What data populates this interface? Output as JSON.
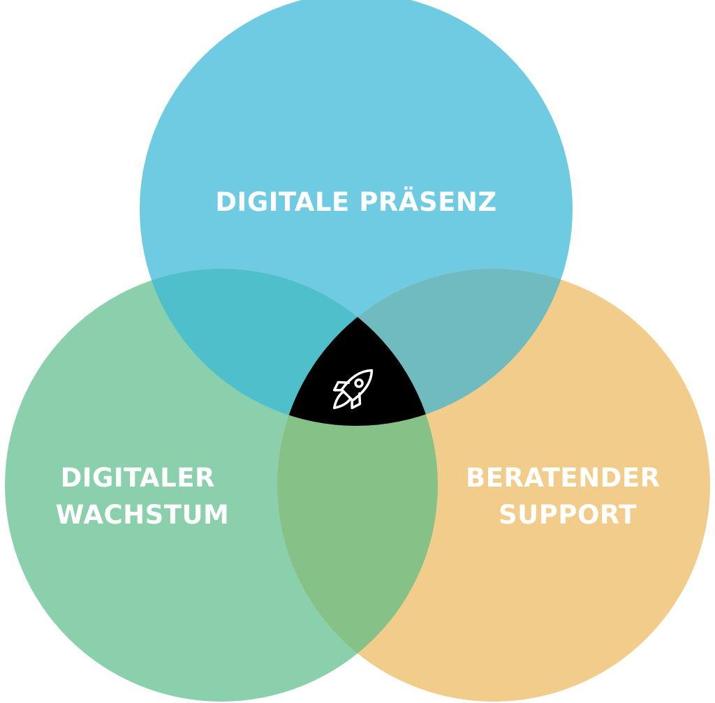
{
  "diagram": {
    "type": "venn",
    "sets": [
      {
        "id": "top",
        "label_lines": [
          "DIGITALE PRÄSENZ"
        ],
        "color": "#6ECBE2"
      },
      {
        "id": "left",
        "label_lines": [
          "DIGITALER",
          "WACHSTUM"
        ],
        "color": "#8BD0AC"
      },
      {
        "id": "right",
        "label_lines": [
          "BERATENDER",
          "SUPPORT"
        ],
        "color": "#F2CC8B"
      }
    ],
    "overlaps": {
      "top_left": "#4FBFCB",
      "top_right": "#6FBBBF",
      "left_right": "#86C288",
      "center": "#000000"
    },
    "center_icon": "rocket-icon"
  }
}
